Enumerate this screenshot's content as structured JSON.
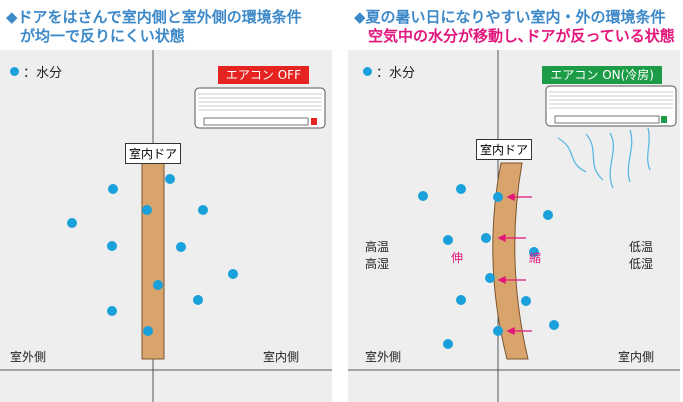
{
  "left": {
    "heading_line1": "◆ドアをはさんで室内側と室外側の環境条件",
    "heading_line2": "が均一で反りにくい状態",
    "legend": "：水分",
    "ac_status": "エアコン OFF",
    "door_label": "室内ドア",
    "outside_label": "室外側",
    "inside_label": "室内側"
  },
  "right": {
    "heading_line1": "◆夏の暑い日になりやすい室内・外の環境条件",
    "heading_line2": "空気中の水分が移動し､ドアが反っている状態",
    "legend": "：水分",
    "ac_status": "エアコン ON(冷房)",
    "door_label": "室内ドア",
    "outside_label": "室外側",
    "inside_label": "室内側",
    "outside_temp": "高温",
    "outside_humidity": "高湿",
    "inside_temp": "低温",
    "inside_humidity": "低湿",
    "expand": "伸",
    "shrink": "縮"
  },
  "colors": {
    "moisture": "#1aa0db",
    "door": "#d9a36c",
    "ac_off": "#e52421",
    "ac_on": "#1d9c48",
    "arrow": "#e2157a",
    "heading_blue": "#3d88c8",
    "heading_pink": "#e2157a"
  },
  "icons": [
    "moisture-dot-icon",
    "air-conditioner-icon",
    "cold-air-icon",
    "arrow-icon"
  ]
}
